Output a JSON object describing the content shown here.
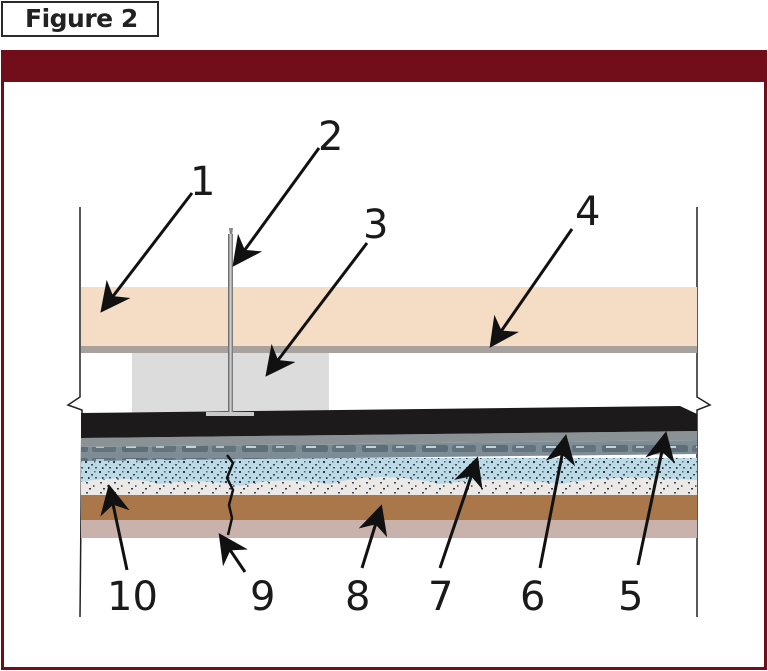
{
  "figure": {
    "label": "Figure 2",
    "frame_color": "#720e1a"
  },
  "diagram": {
    "type": "roof cross-section",
    "callouts": [
      {
        "id": "1",
        "label": "1",
        "target": "upper-board-layer"
      },
      {
        "id": "2",
        "label": "2",
        "target": "fastener-nail"
      },
      {
        "id": "3",
        "label": "3",
        "target": "spacer-block"
      },
      {
        "id": "4",
        "label": "4",
        "target": "board-underside-strip"
      },
      {
        "id": "5",
        "label": "5",
        "target": "membrane-edge"
      },
      {
        "id": "6",
        "label": "6",
        "target": "textured-sheet"
      },
      {
        "id": "7",
        "label": "7",
        "target": "sheet-lower-face"
      },
      {
        "id": "8",
        "label": "8",
        "target": "brown-deck-layer"
      },
      {
        "id": "9",
        "label": "9",
        "target": "crack"
      },
      {
        "id": "10",
        "label": "10",
        "target": "aggregate-layer"
      }
    ],
    "layer_colors": {
      "upper_board": "#f5dcc4",
      "board_strip": "#a8a29f",
      "spacer_block": "#dcdcdc",
      "black_membrane": "#1d1a1b",
      "gray_layer": "#8a9296",
      "textured_sheet": "#6e7d86",
      "aggregate": "#bcd9e6",
      "brown_deck": "#a9774a",
      "base_layer": "#c9b2ac"
    }
  }
}
